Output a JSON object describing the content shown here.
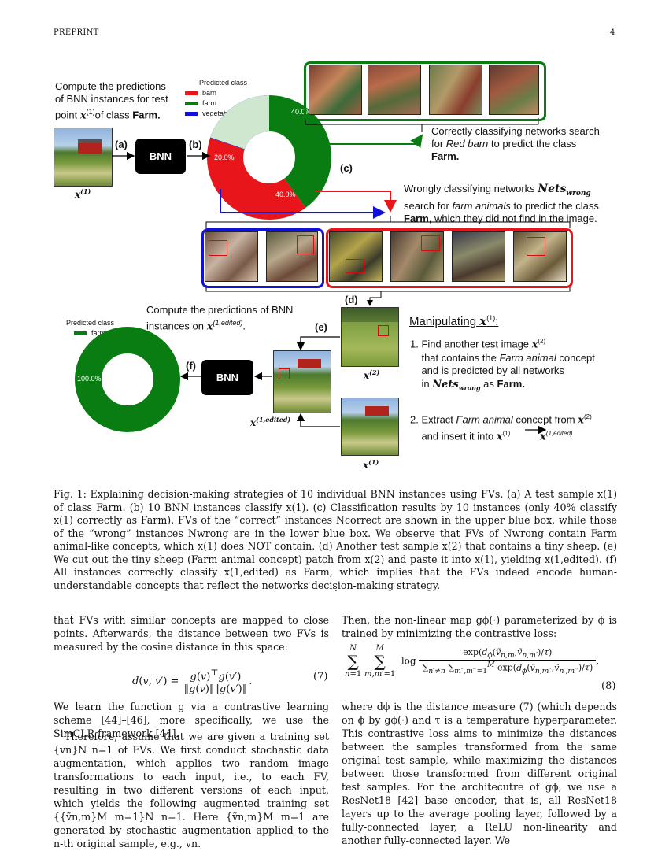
{
  "header": {
    "left": "PREPRINT",
    "right": "4"
  },
  "figure": {
    "top_text": [
      "Compute the predictions",
      "of BNN instances for test",
      "point",
      "of class",
      "Farm."
    ],
    "x1": "x(1)",
    "label_a": "(a)",
    "label_b": "(b)",
    "label_c": "(c)",
    "label_d": "(d)",
    "label_e": "(e)",
    "label_f": "(f)",
    "bnn": "BNN",
    "legend_title": "Predicted class",
    "legend": [
      {
        "name": "barn",
        "color": "#e8151b"
      },
      {
        "name": "farm",
        "color": "#0a7d12"
      },
      {
        "name": "vegetable_garden",
        "color": "#1010d8"
      }
    ],
    "donut_labels": [
      "40.0%",
      "40.0%",
      "20.0%"
    ],
    "correct_text": [
      "Correctly classifying networks search",
      "for",
      "Red barn",
      "to predict the class",
      "Farm."
    ],
    "wrong_text": [
      "Wrongly classifying networks",
      "Nets",
      "wrong",
      "search for",
      "farm animals",
      "to predict the class",
      "Farm",
      ", which they did not find in the image."
    ],
    "compute2": [
      "Compute the predictions of BNN",
      "instances on"
    ],
    "x1_edited": "x(1,edited)",
    "legend2_title": "Predicted class",
    "legend2": [
      {
        "name": "farm",
        "color": "#0a7d12"
      }
    ],
    "donut2_label": "100.0%",
    "x2": "x(2)",
    "manip_title": "Manipulating",
    "step1": [
      "1. Find another test image",
      "that contains the",
      "Farm animal",
      "concept",
      "and is predicted by all networks",
      "in",
      "as",
      "Farm."
    ],
    "step2": [
      "2. Extract",
      "Farm animal",
      "concept from",
      "and insert it into"
    ]
  },
  "caption": "Fig. 1: Explaining decision-making strategies of 10 individual BNN instances using FVs. (a) A test sample x(1) of class Farm. (b) 10 BNN instances classify x(1). (c) Classification results by 10 instances (only 40% classify x(1) correctly as Farm). FVs of the “correct” instances Ncorrect are shown in the upper blue box, while those of the “wrong” instances Nwrong are in the lower blue box. We observe that FVs of Nwrong contain Farm animal-like concepts, which x(1) does NOT contain. (d) Another test sample x(2) that contains a tiny sheep. (e) We cut out the tiny sheep (Farm animal concept) patch from x(2) and paste it into x(1), yielding x(1,edited). (f) All instances correctly classify x(1,edited) as Farm, which implies that the FVs indeed encode human-understandable concepts that reflect the networks decision-making strategy.",
  "dot": ".",
  "left_col": {
    "p1": "that FVs with similar concepts are mapped to close points. Afterwards, the distance between two FVs is measured by the cosine distance in this space:",
    "eq7": "d(v, v′) = g(v)ᵀ g(v′) / ‖g(v)‖‖g(v′)‖.",
    "eq7_num": "(7)",
    "p2": "We learn the function g via a contrastive learning scheme [44]–[46], more specifically, we use the SimCLR framework [44].",
    "p3": "Therefore, assume that we are given a training set {vn}N n=1 of FVs. We first conduct stochastic data augmentation, which applies two random image transformations to each input, i.e., to each FV, resulting in two different versions of each input, which yields the following augmented training set {{ṽn,m}M m=1}N n=1. Here {ṽn,m}M m=1 are generated by stochastic augmentation applied to the n-th original sample, e.g., vn."
  },
  "right_col": {
    "p1": "Then, the non-linear map gϕ(·) parameterized by ϕ is trained by minimizing the contrastive loss:",
    "eq8_num": "(8)",
    "p2": "where dϕ is the distance measure (7) (which depends on ϕ by gϕ(·) and τ is a temperature hyperparameter. This contrastive loss aims to minimize the distances between the samples transformed from the same original test sample, while maximizing the distances between those transformed from different original test samples. For the architecutre of gϕ, we use a ResNet18 [42] base encoder, that is, all ResNet18 layers up to the average pooling layer, followed by a fully-connected layer, a ReLU non-linearity and another fully-connected layer. We"
  }
}
